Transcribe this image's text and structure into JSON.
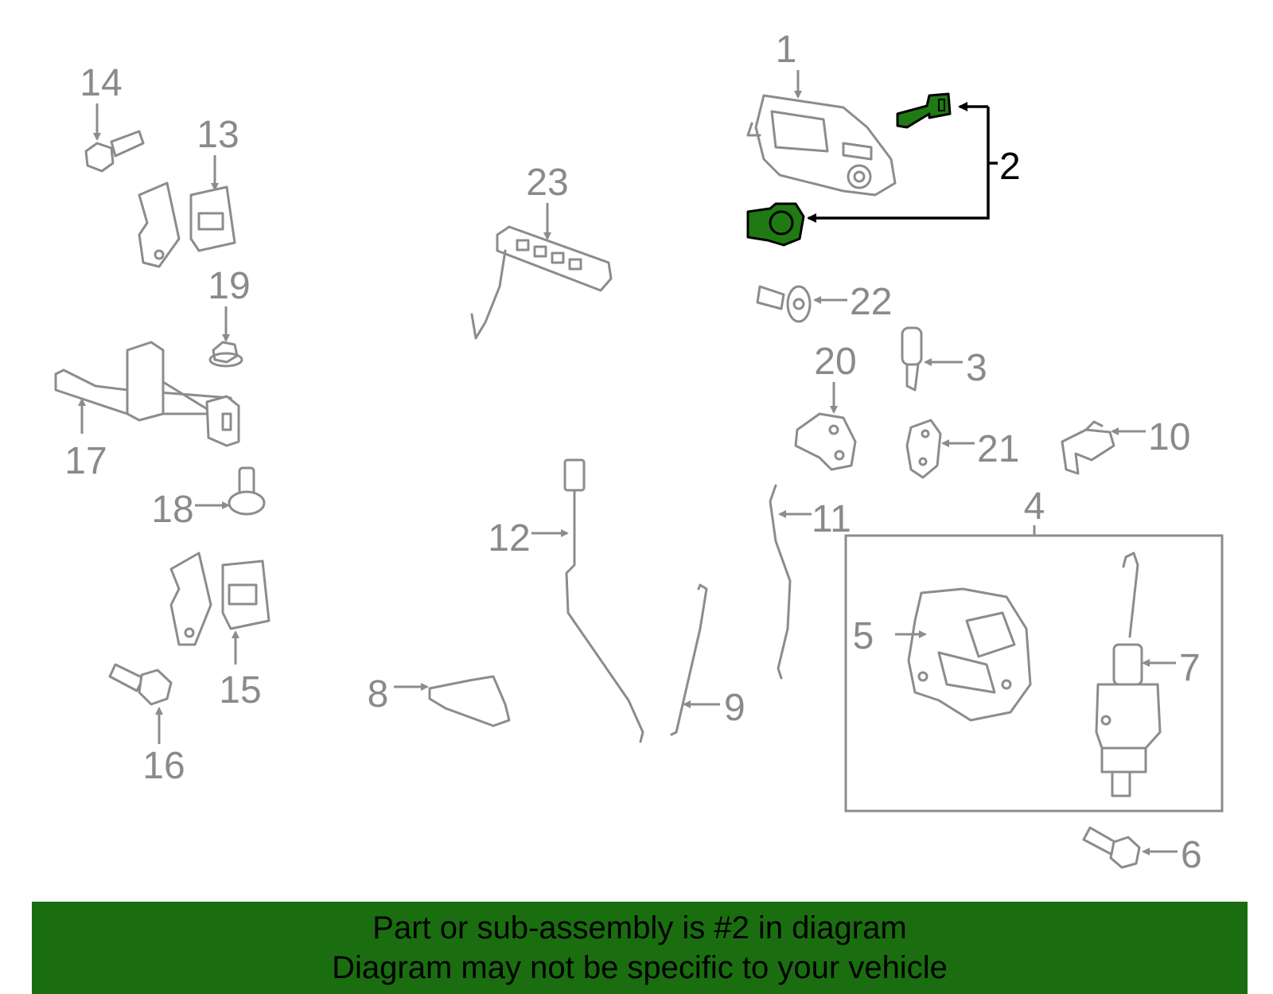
{
  "diagram": {
    "highlight_color": "#1f7a14",
    "callouts": [
      "1",
      "2",
      "3",
      "4",
      "5",
      "6",
      "7",
      "8",
      "9",
      "10",
      "11",
      "12",
      "13",
      "14",
      "15",
      "16",
      "17",
      "18",
      "19",
      "20",
      "21",
      "22",
      "23"
    ],
    "highlighted_part": "2"
  },
  "banner": {
    "background": "#1a6e10",
    "line1": "Part or sub-assembly is #2 in diagram",
    "line2": "Diagram may not be specific to your vehicle"
  }
}
